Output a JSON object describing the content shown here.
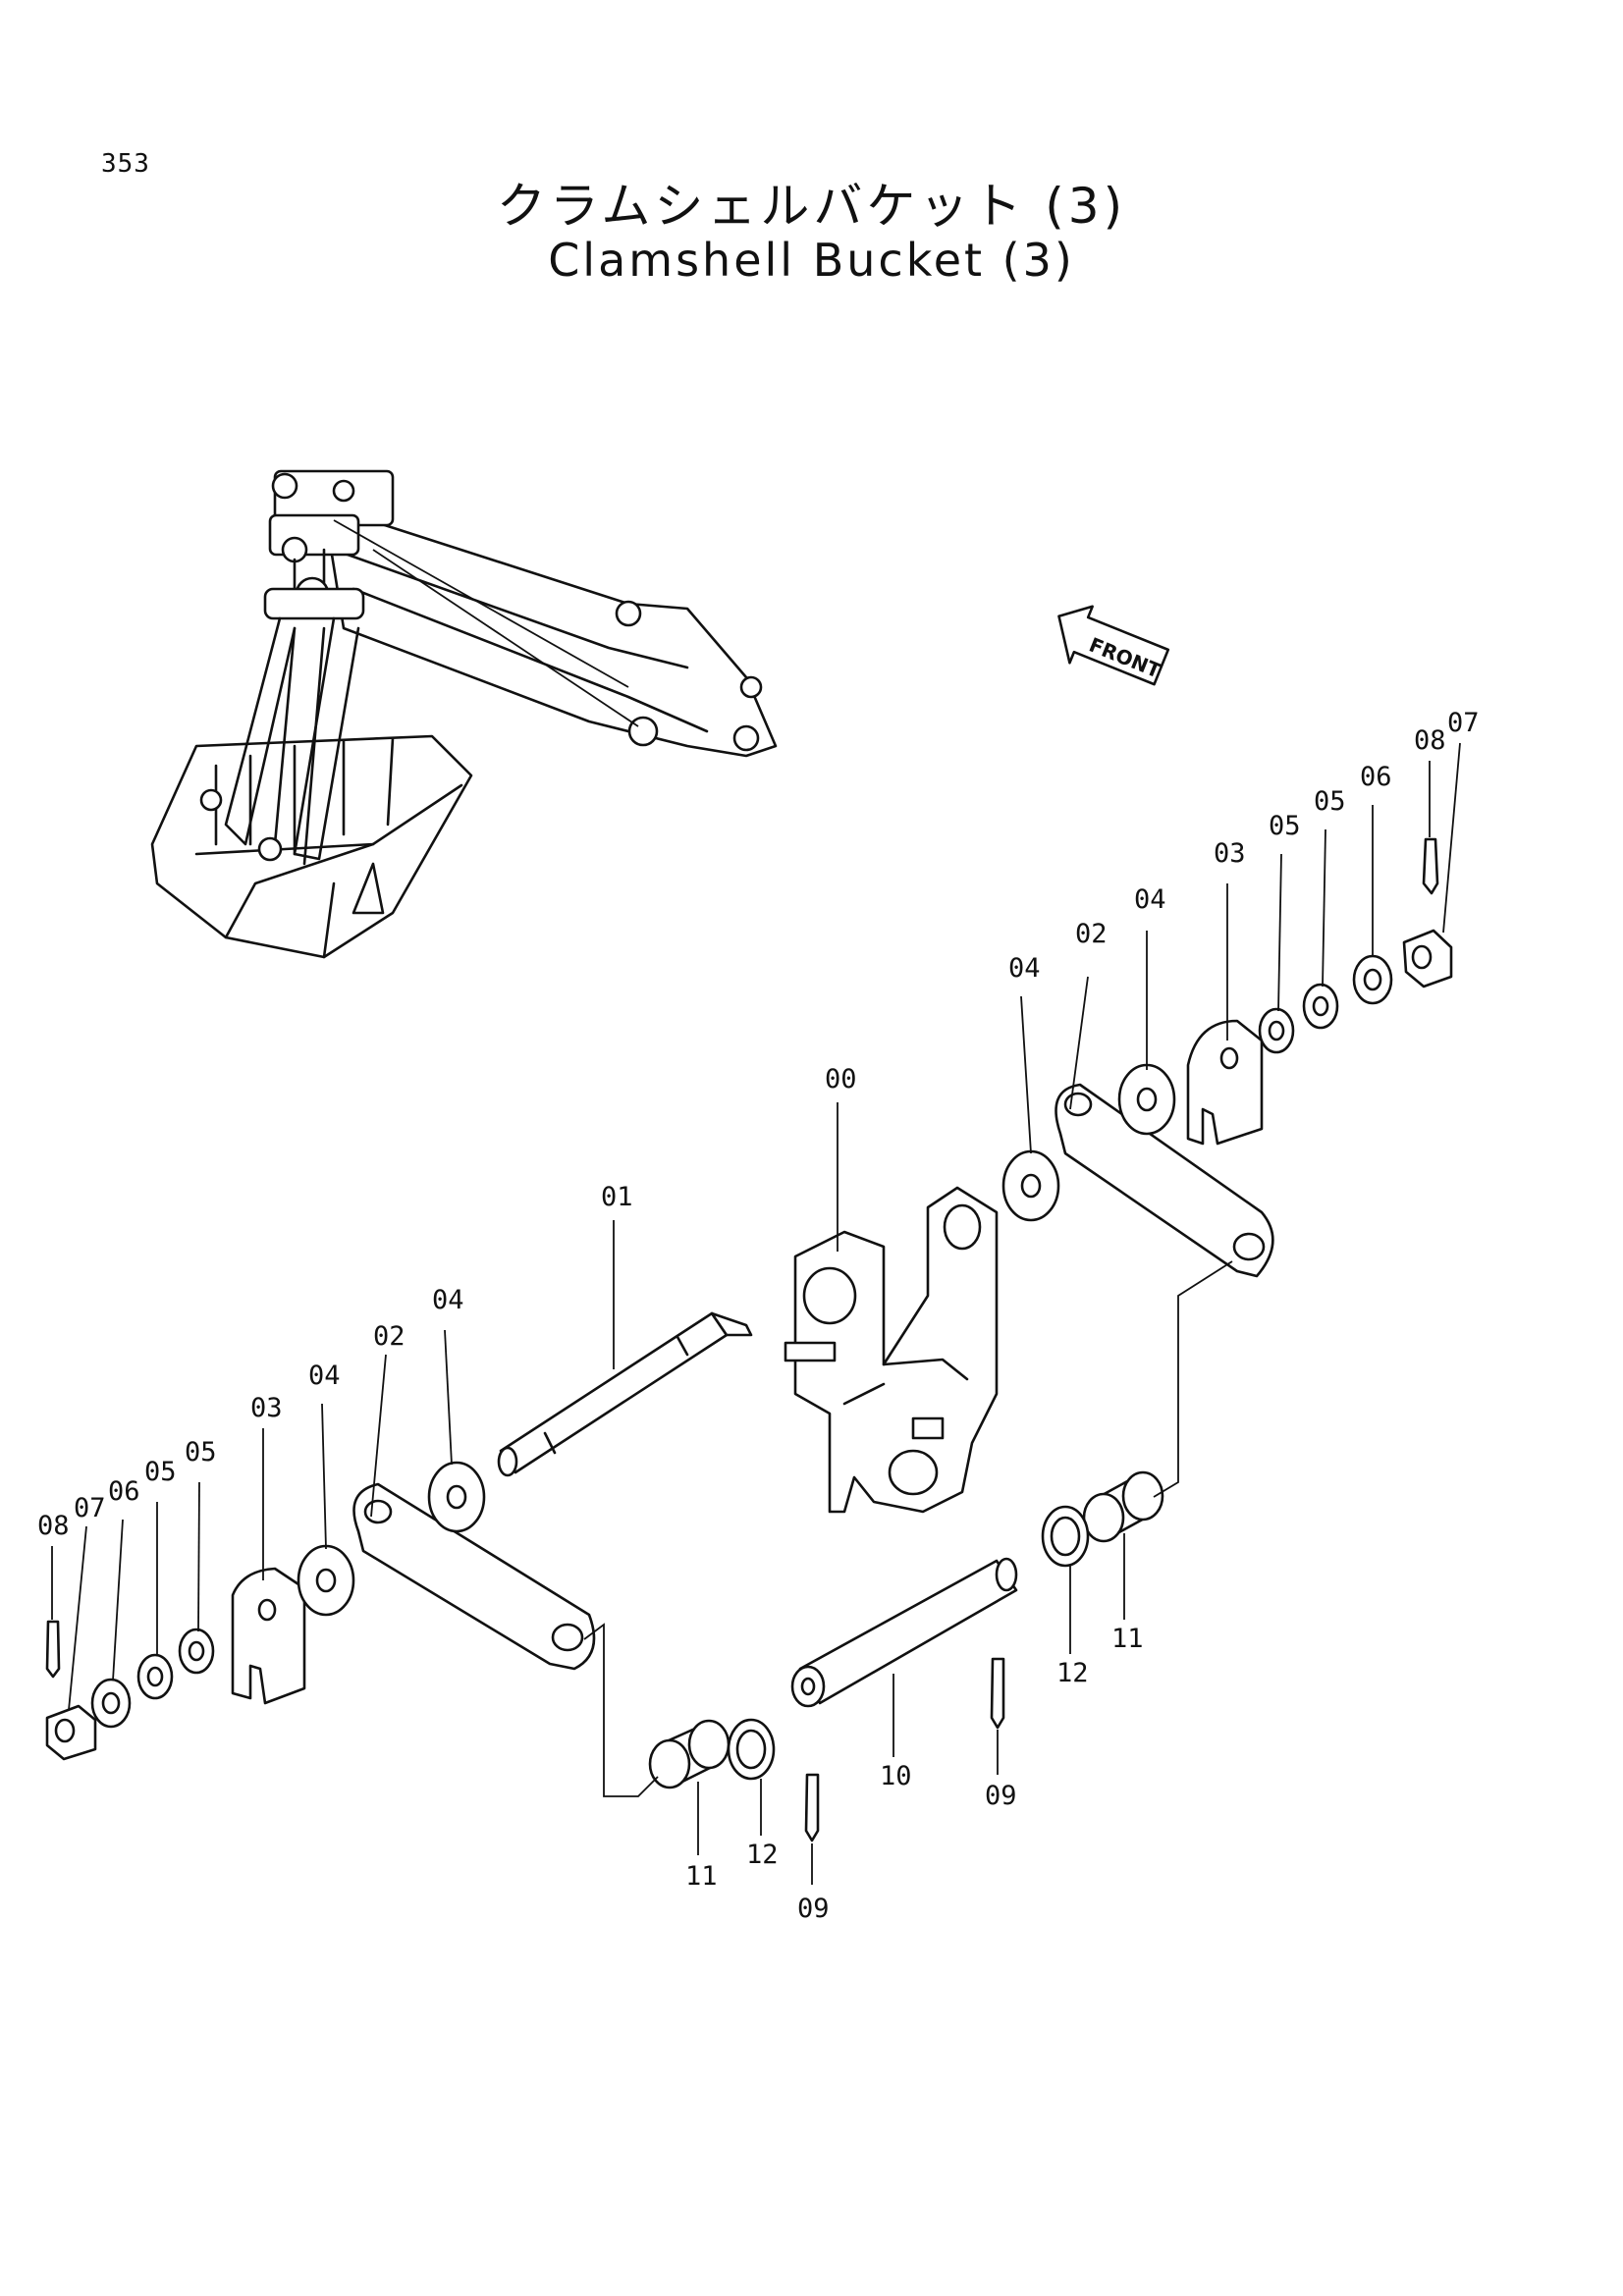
{
  "page_number": "353",
  "title_ja": "クラムシェルバケット (3)",
  "title_en": "Clamshell Bucket (3)",
  "front_arrow_label": "FRONT",
  "callouts": {
    "c00": "00",
    "c01": "01",
    "c02_right": "02",
    "c02_left": "02",
    "c03_right": "03",
    "c03_left": "03",
    "c04_right_a": "04",
    "c04_right_b": "04",
    "c04_left_a": "04",
    "c04_left_b": "04",
    "c05_right_a": "05",
    "c05_right_b": "05",
    "c05_left_a": "05",
    "c05_left_b": "05",
    "c06_right": "06",
    "c06_left": "06",
    "c07_right": "07",
    "c07_left": "07",
    "c08_right": "08",
    "c08_left": "08",
    "c09_right": "09",
    "c09_left": "09",
    "c10": "10",
    "c11_right": "11",
    "c11_left": "11",
    "c12_right": "12",
    "c12_left": "12"
  }
}
